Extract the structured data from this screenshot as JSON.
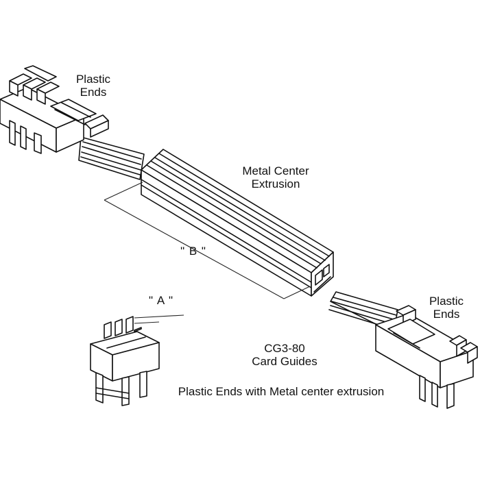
{
  "labels": {
    "plastic_ends_top": [
      "Plastic",
      "Ends"
    ],
    "metal_center": [
      "Metal Center",
      "Extrusion"
    ],
    "plastic_ends_bottom": [
      "Plastic",
      "Ends"
    ],
    "dimension_b": "\" B \"",
    "dimension_a": "\" A \"",
    "model": [
      "CG3-80",
      "Card Guides"
    ],
    "caption": "Plastic Ends with Metal center extrusion"
  }
}
